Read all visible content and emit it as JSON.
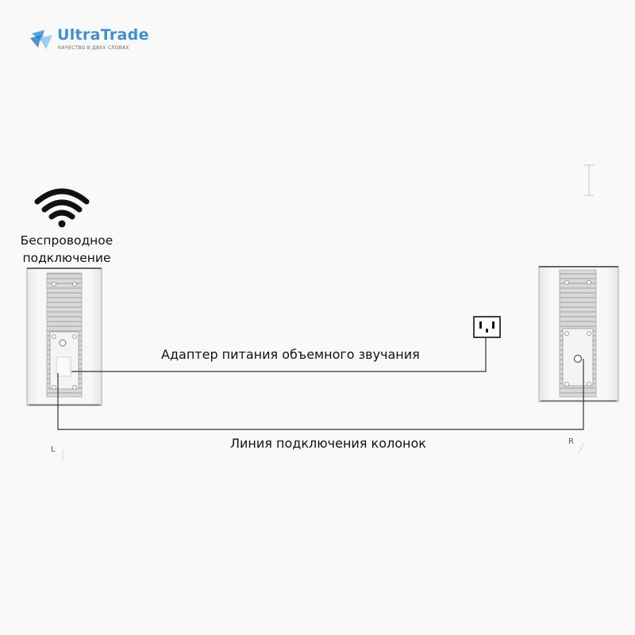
{
  "logo": {
    "brand": "UltraTrade",
    "tagline": "КАЧЕСТВО В ДВУХ СЛОВАХ",
    "brand_color": "#3f8fd2"
  },
  "wireless": {
    "line1": "Беспроводное",
    "line2": "подключение",
    "icon": "wifi-icon"
  },
  "power_adapter_label": "Адаптер питания объемного звучания",
  "speaker_line_label": "Линия подключения колонок",
  "left_speaker_mark": "L",
  "right_speaker_mark": "R",
  "outlet_icon": "power-outlet-icon",
  "colors": {
    "line": "#333333",
    "speaker_body": "#f2f2f2",
    "speaker_edge": "#9a9a9a",
    "grille": "#b8b8b8"
  }
}
